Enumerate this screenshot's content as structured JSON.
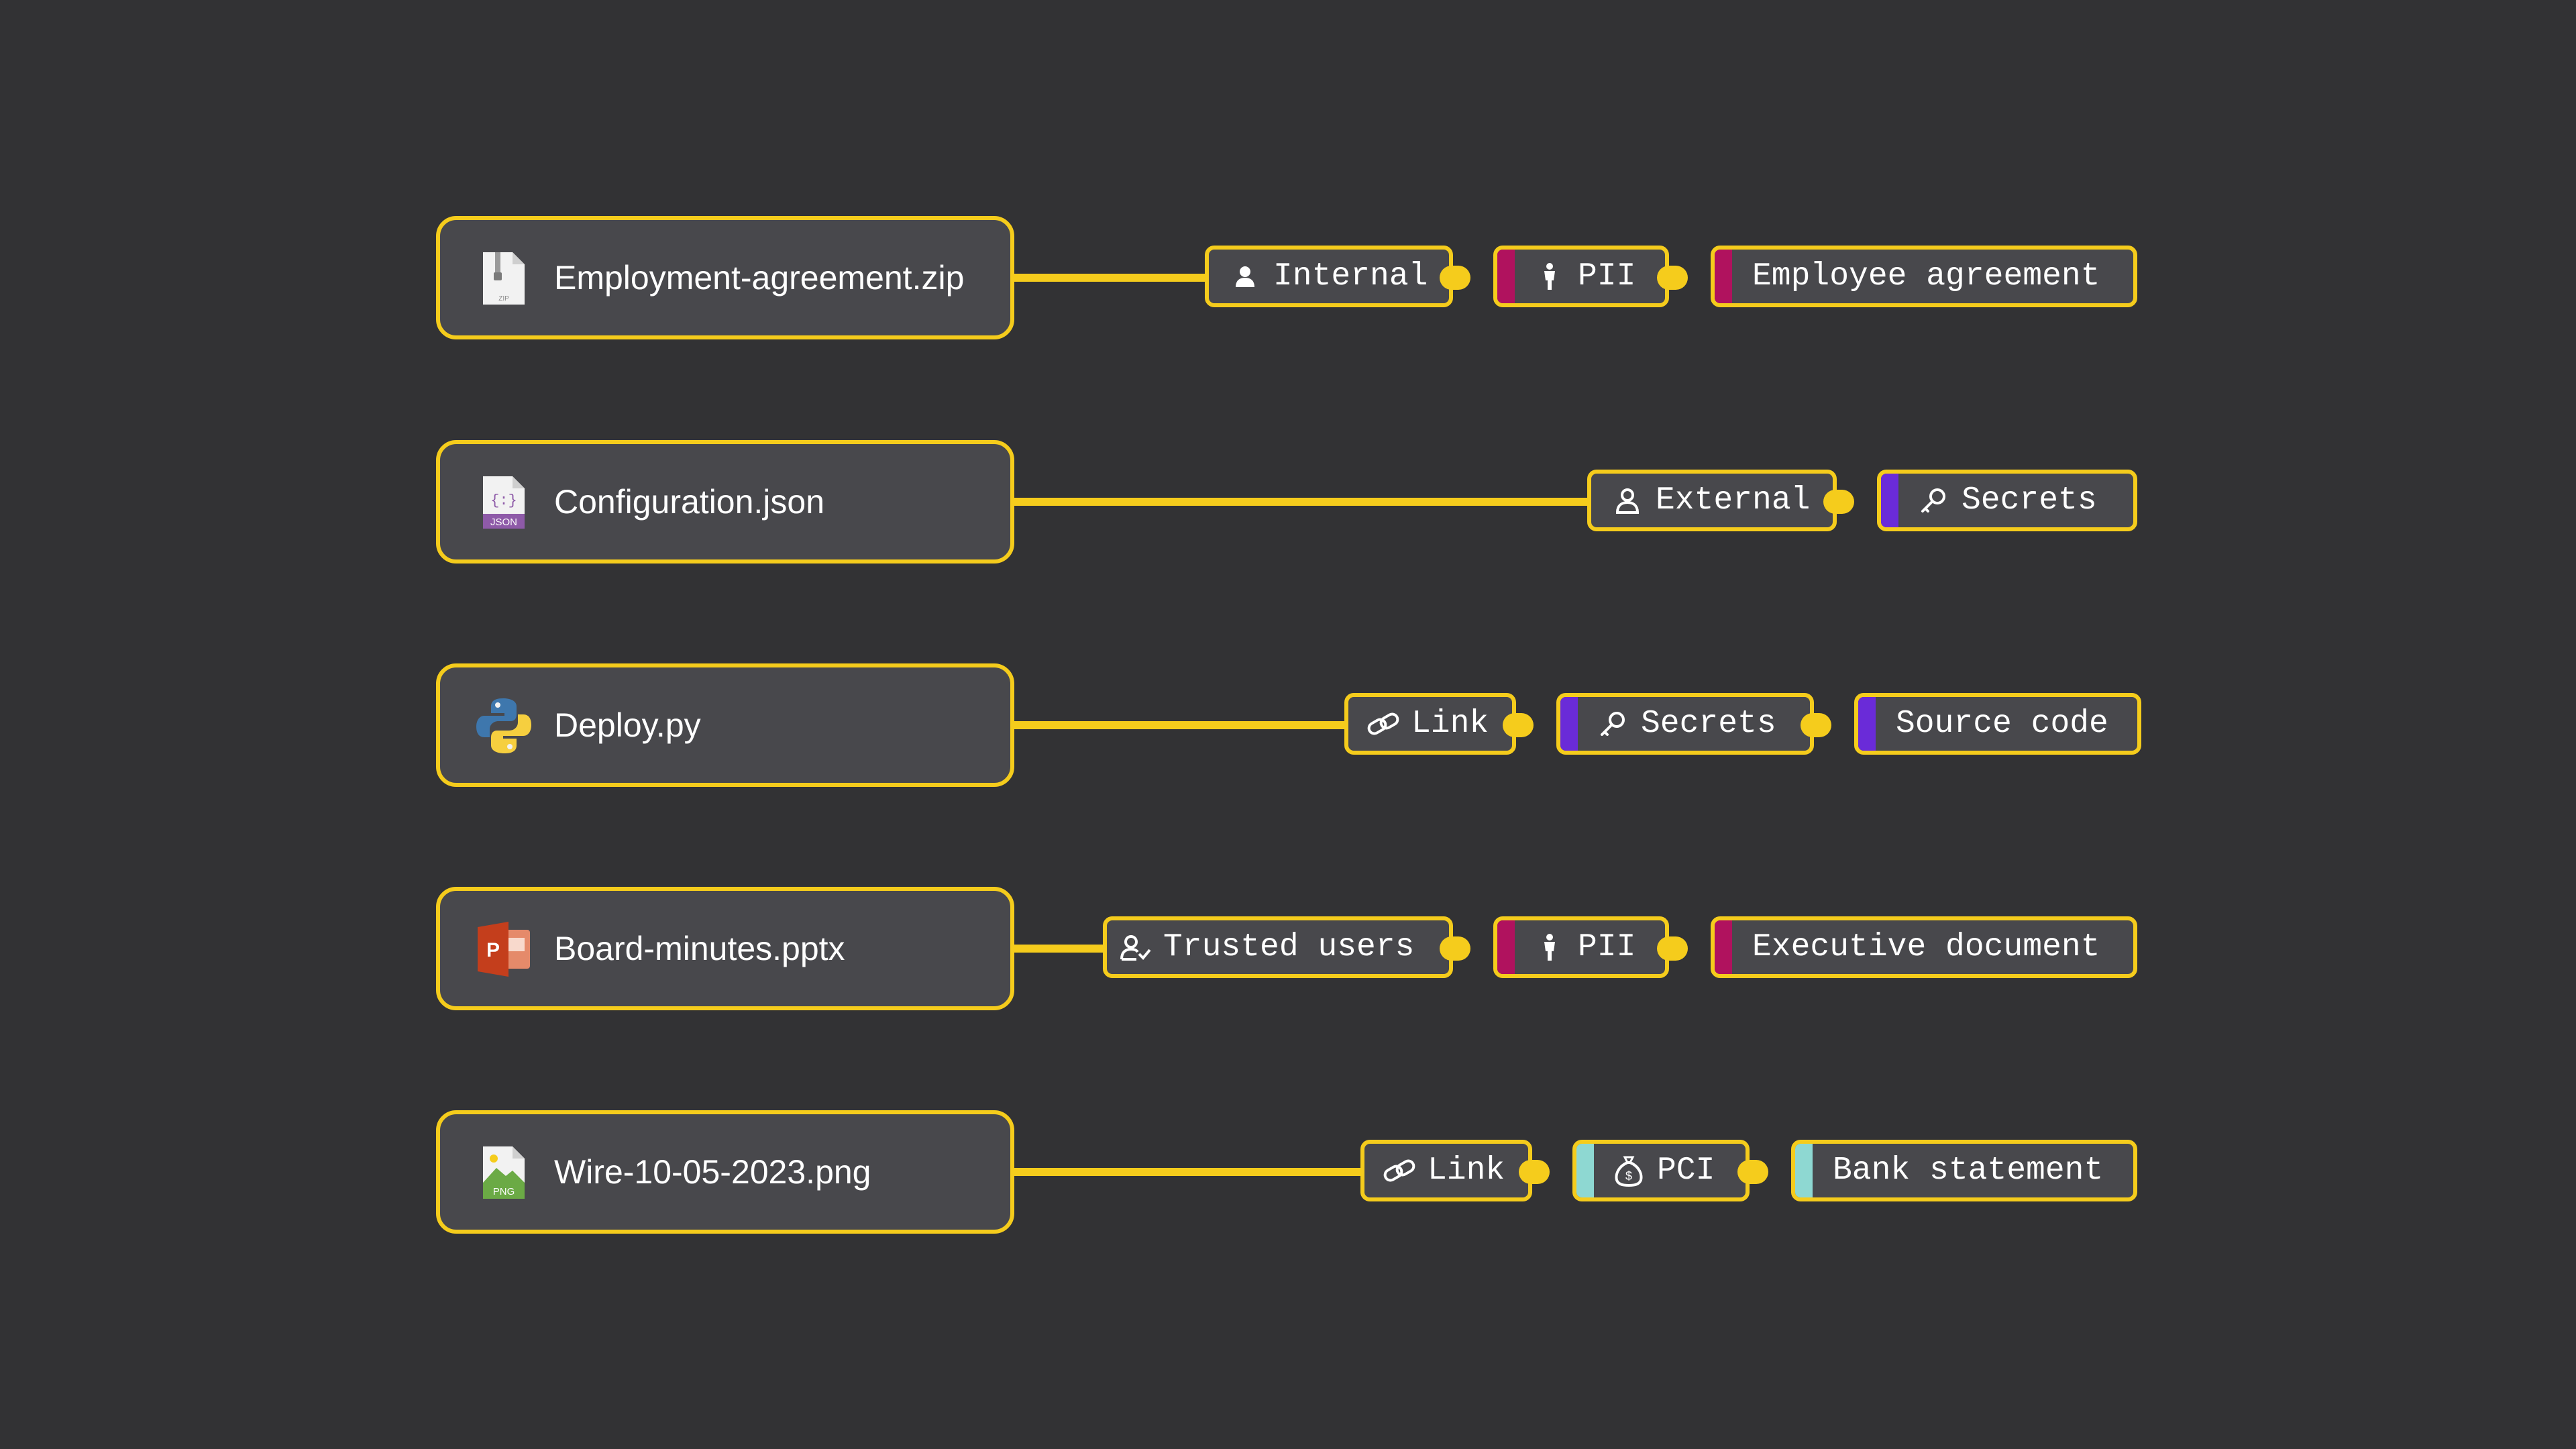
{
  "colors": {
    "background": "#323234",
    "accent": "#F5CC1C",
    "card": "#48484C",
    "magenta": "#B0125E",
    "purple": "#6A2BD8",
    "teal": "#8ED8D2"
  },
  "rows": [
    {
      "file_name": "Employment-agreement.zip",
      "file_icon": "zip-file-icon",
      "tags": [
        {
          "label": "Internal",
          "icon": "person-filled-icon"
        },
        {
          "label": "PII",
          "icon": "person-standing-icon",
          "bar_color": "#B0125E"
        },
        {
          "label": "Employee agreement",
          "bar_color": "#B0125E"
        }
      ]
    },
    {
      "file_name": "Configuration.json",
      "file_icon": "json-file-icon",
      "tags": [
        {
          "label": "External",
          "icon": "person-outline-icon"
        },
        {
          "label": "Secrets",
          "icon": "key-icon",
          "bar_color": "#6A2BD8"
        }
      ]
    },
    {
      "file_name": "Deploy.py",
      "file_icon": "python-icon",
      "tags": [
        {
          "label": "Link",
          "icon": "link-icon"
        },
        {
          "label": "Secrets",
          "icon": "key-icon",
          "bar_color": "#6A2BD8"
        },
        {
          "label": "Source code",
          "bar_color": "#6A2BD8"
        }
      ]
    },
    {
      "file_name": "Board-minutes.pptx",
      "file_icon": "powerpoint-icon",
      "tags": [
        {
          "label": "Trusted users",
          "icon": "user-check-icon"
        },
        {
          "label": "PII",
          "icon": "person-standing-icon",
          "bar_color": "#B0125E"
        },
        {
          "label": "Executive document",
          "bar_color": "#B0125E"
        }
      ]
    },
    {
      "file_name": "Wire-10-05-2023.png",
      "file_icon": "png-file-icon",
      "tags": [
        {
          "label": "Link",
          "icon": "link-icon"
        },
        {
          "label": "PCI",
          "icon": "money-bag-icon",
          "bar_color": "#8ED8D2"
        },
        {
          "label": "Bank statement",
          "bar_color": "#8ED8D2"
        }
      ]
    }
  ]
}
